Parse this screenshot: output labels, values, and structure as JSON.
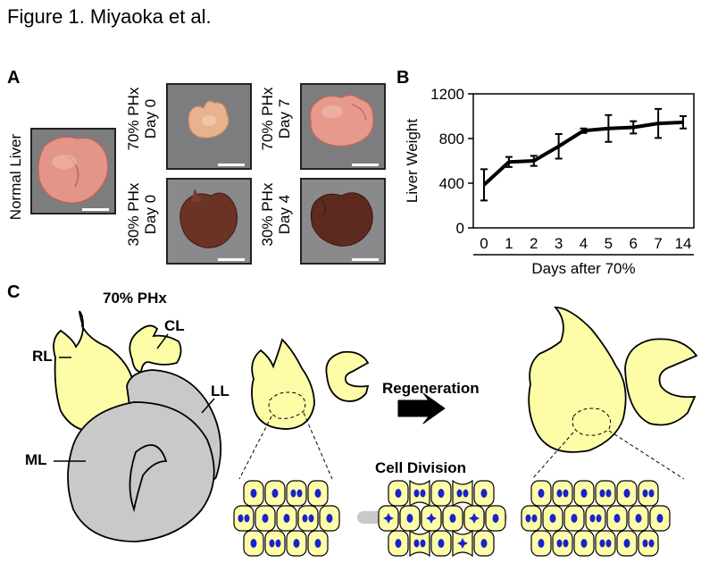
{
  "caption": "Figure 1. Miyaoka et al.",
  "panels": {
    "A": {
      "letter": "A",
      "normal_label": "Normal Liver",
      "p70_d0": [
        "70% PHx",
        "Day 0"
      ],
      "p70_d7": [
        "70% PHx",
        "Day 7"
      ],
      "p30_d0": [
        "30% PHx",
        "Day 0"
      ],
      "p30_d4": [
        "30% PHx",
        "Day 4"
      ]
    },
    "B": {
      "letter": "B"
    },
    "C": {
      "letter": "C",
      "title": "70% PHx",
      "lobes": {
        "rl": "RL",
        "cl": "CL",
        "ll": "LL",
        "ml": "ML"
      },
      "regeneration": "Regeneration",
      "cell_division": "Cell Division"
    }
  },
  "chart_data": {
    "type": "line",
    "title": "",
    "xlabel": "Days after 70%",
    "ylabel": "Liver Weight",
    "categories": [
      "0",
      "1",
      "2",
      "3",
      "4",
      "5",
      "6",
      "7",
      "14"
    ],
    "values": [
      385,
      590,
      600,
      730,
      870,
      890,
      900,
      935,
      945
    ],
    "errors": [
      140,
      45,
      45,
      110,
      20,
      120,
      55,
      130,
      55
    ],
    "ylim": [
      0,
      1200
    ],
    "yticks": [
      0,
      400,
      800,
      1200
    ],
    "grid": false,
    "color": "#000000"
  },
  "colors": {
    "liver_yellow": "#fdfca7",
    "lobe_gray": "#c9c9c9",
    "nucleus": "#1a22c8"
  }
}
